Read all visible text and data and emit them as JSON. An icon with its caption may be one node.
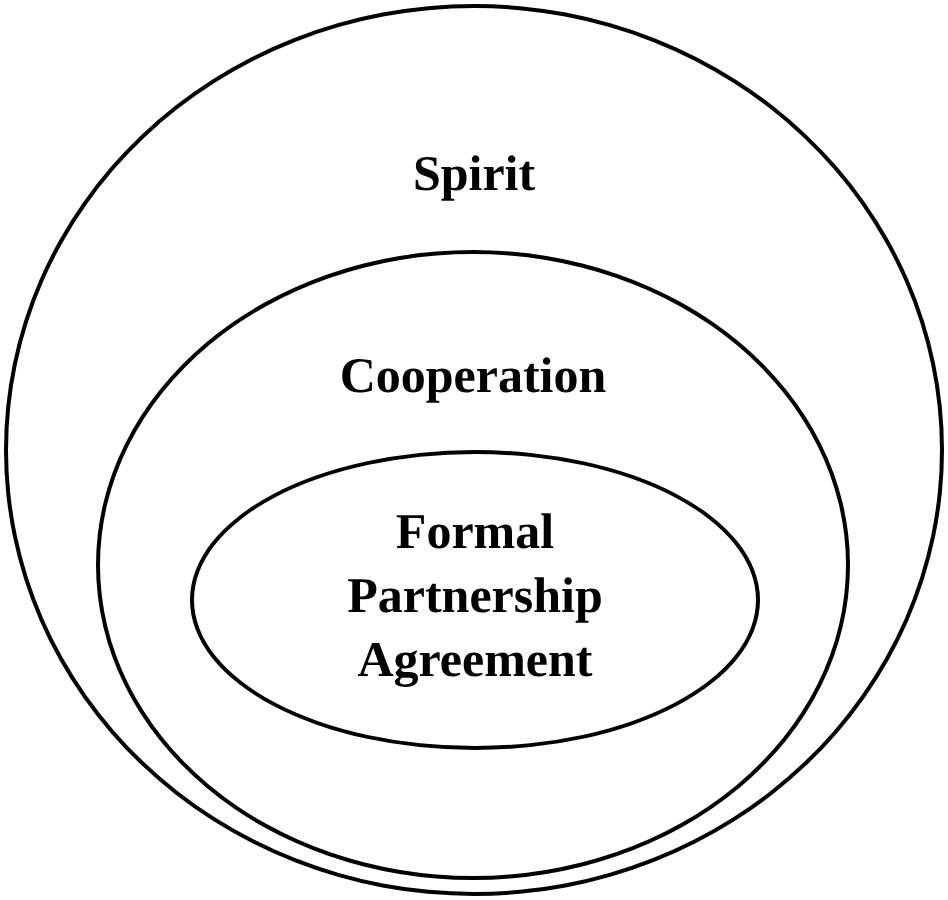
{
  "diagram": {
    "nodes": [
      {
        "text": [
          "Spirit"
        ]
      },
      {
        "text": [
          "Cooperation"
        ],
        "in": 0
      },
      {
        "text": [
          "Formal Partnership Agreement"
        ],
        "in": 1
      }
    ]
  }
}
